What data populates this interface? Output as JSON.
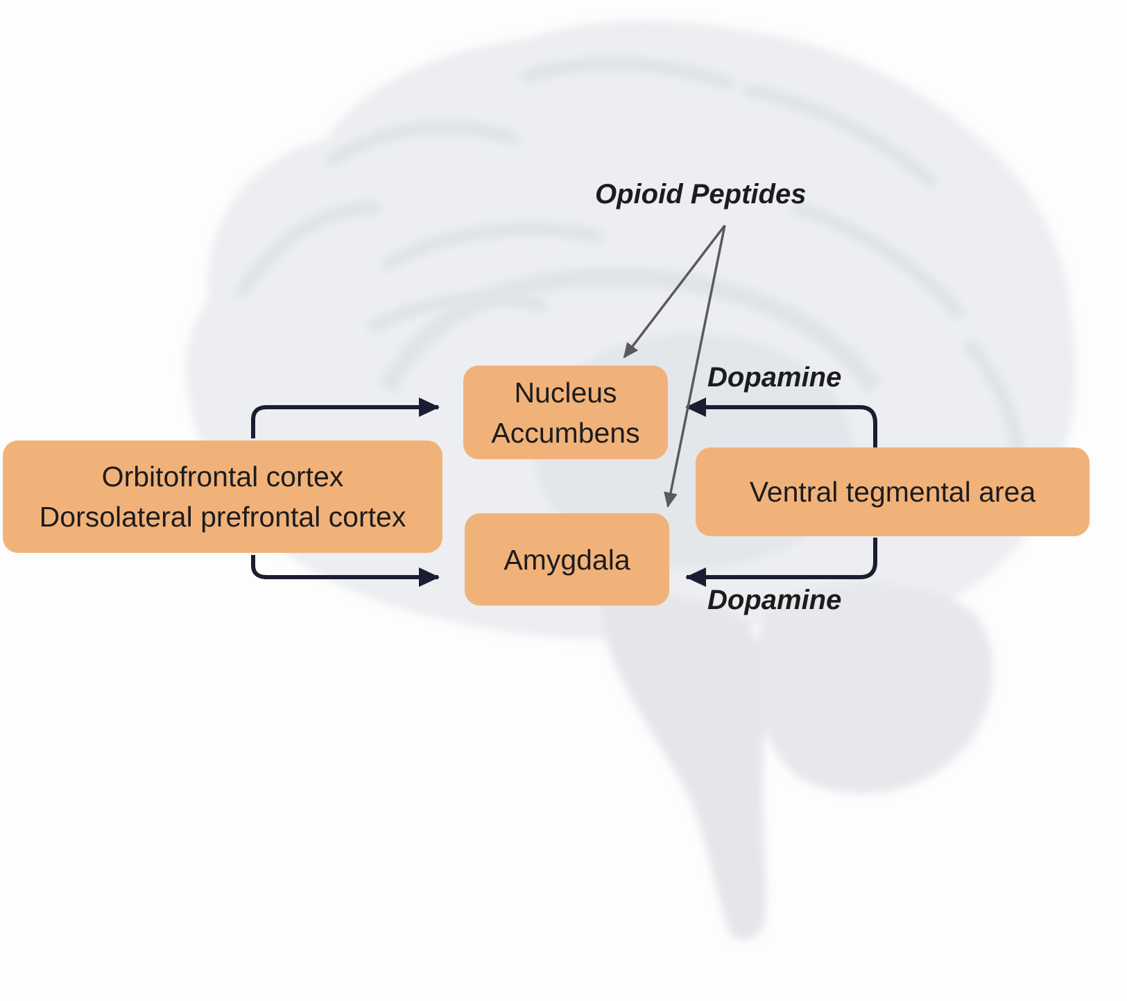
{
  "labels": {
    "opioid": "Opioid Peptides",
    "dopamine_top": "Dopamine",
    "dopamine_bottom": "Dopamine"
  },
  "boxes": {
    "cortex": [
      "Orbitofrontal cortex",
      "Dorsolateral prefrontal cortex"
    ],
    "nucleus": [
      "Nucleus",
      "Accumbens"
    ],
    "amygdala": [
      "Amygdala"
    ],
    "vta": [
      "Ventral tegmental area"
    ]
  },
  "colors": {
    "box_fill": "#f1b27a",
    "arrow": "#1b1d33",
    "opioid_arrow": "#5a5a5a",
    "brain": "#e9ebee"
  }
}
